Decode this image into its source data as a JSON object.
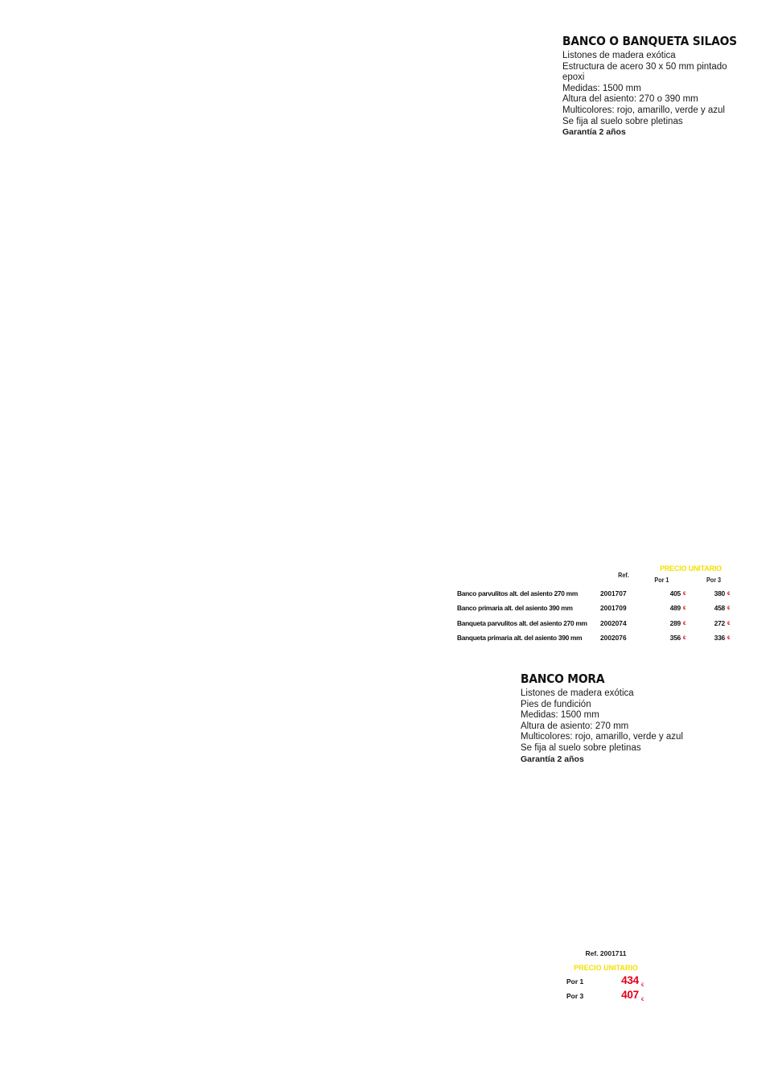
{
  "silaos": {
    "title": "BANCO O BANQUETA SILAOS",
    "lines": [
      "Listones de madera exótica",
      "Estructura de acero 30 x 50 mm pintado epoxi",
      "Medidas: 1500 mm",
      "Altura del asiento: 270 o 390 mm",
      "Multicolores: rojo, amarillo, verde y azul",
      "Se fija al suelo sobre pletinas"
    ],
    "warranty": "Garantía 2 años"
  },
  "price_table": {
    "header_ref": "Ref.",
    "header_caption": "PRECIO UNITARIO",
    "header_qty1": "Por 1",
    "header_qty3": "Por 3",
    "currency": "€",
    "rows": [
      {
        "desc": "Banco parvulitos alt. del asiento 270 mm",
        "ref": "2001707",
        "p1": "405",
        "p3": "380"
      },
      {
        "desc": "Banco primaria alt. del asiento 390 mm",
        "ref": "2001709",
        "p1": "489",
        "p3": "458"
      },
      {
        "desc": "Banqueta parvulitos alt. del asiento 270 mm",
        "ref": "2002074",
        "p1": "289",
        "p3": "272"
      },
      {
        "desc": "Banqueta primaria alt. del asiento 390 mm",
        "ref": "2002076",
        "p1": "356",
        "p3": "336"
      }
    ]
  },
  "mora": {
    "title": "BANCO MORA",
    "lines": [
      "Listones de madera exótica",
      "Pies de fundición",
      "Medidas: 1500 mm",
      "Altura de asiento: 270 mm",
      "Multicolores: rojo, amarillo, verde y azul",
      "Se fija al suelo sobre pletinas"
    ],
    "warranty": "Garantía 2 años",
    "ref": "Ref. 2001711",
    "caption": "PRECIO UNITARIO",
    "currency": "€",
    "prices": [
      {
        "qty": "Por 1",
        "price": "434"
      },
      {
        "qty": "Por 3",
        "price": "407"
      }
    ]
  },
  "colors": {
    "accent_red": "#e4001b",
    "caption_yellow": "#f5e000",
    "text": "#1a1a1a"
  }
}
